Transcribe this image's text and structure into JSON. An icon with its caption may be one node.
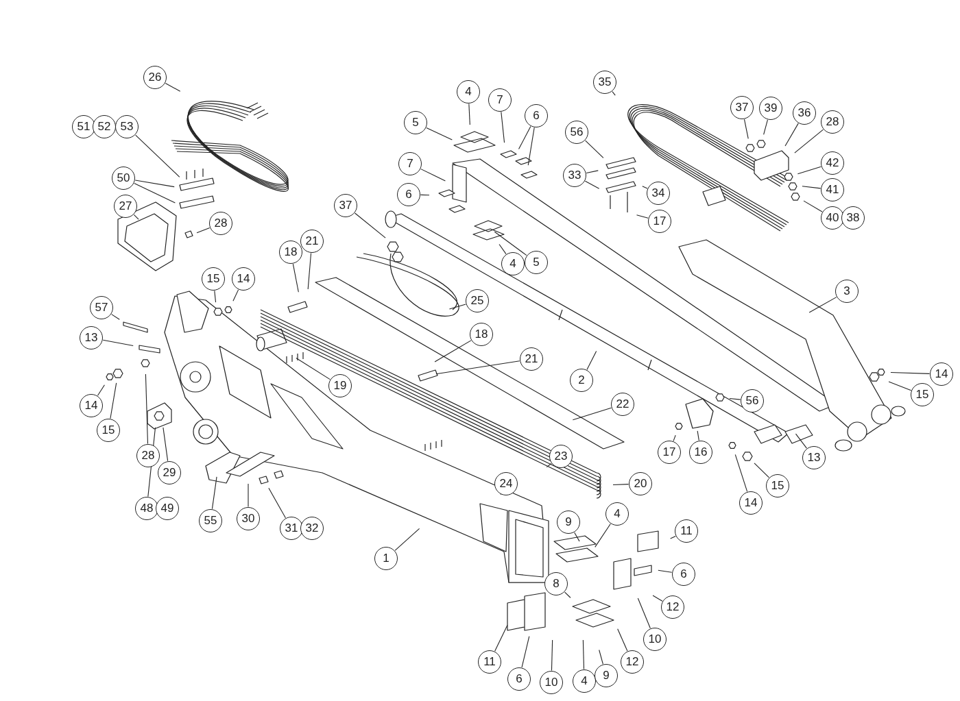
{
  "diagram": {
    "nodes": [
      {
        "text": [
          "26"
        ]
      },
      {
        "text": [
          "51"
        ]
      },
      {
        "text": [
          "52"
        ]
      },
      {
        "text": [
          "53"
        ]
      },
      {
        "text": [
          "50"
        ]
      },
      {
        "text": [
          "27"
        ]
      },
      {
        "text": [
          "28"
        ]
      },
      {
        "text": [
          "15"
        ]
      },
      {
        "text": [
          "14"
        ]
      },
      {
        "text": [
          "57"
        ]
      },
      {
        "text": [
          "13"
        ]
      },
      {
        "text": [
          "14"
        ]
      },
      {
        "text": [
          "15"
        ]
      },
      {
        "text": [
          "28"
        ]
      },
      {
        "text": [
          "29"
        ]
      },
      {
        "text": [
          "48"
        ]
      },
      {
        "text": [
          "49"
        ]
      },
      {
        "text": [
          "55"
        ]
      },
      {
        "text": [
          "30"
        ]
      },
      {
        "text": [
          "31"
        ]
      },
      {
        "text": [
          "32"
        ]
      },
      {
        "text": [
          "1"
        ]
      },
      {
        "text": [
          "37"
        ]
      },
      {
        "text": [
          "18"
        ]
      },
      {
        "text": [
          "21"
        ]
      },
      {
        "text": [
          "25"
        ]
      },
      {
        "text": [
          "19"
        ]
      },
      {
        "text": [
          "18"
        ]
      },
      {
        "text": [
          "21"
        ]
      },
      {
        "text": [
          "22"
        ]
      },
      {
        "text": [
          "24"
        ]
      },
      {
        "text": [
          "23"
        ]
      },
      {
        "text": [
          "20"
        ]
      },
      {
        "text": [
          "4"
        ]
      },
      {
        "text": [
          "5"
        ]
      },
      {
        "text": [
          "7"
        ]
      },
      {
        "text": [
          "6"
        ]
      },
      {
        "text": [
          "7"
        ]
      },
      {
        "text": [
          "6"
        ]
      },
      {
        "text": [
          "4"
        ]
      },
      {
        "text": [
          "5"
        ]
      },
      {
        "text": [
          "2"
        ]
      },
      {
        "text": [
          "3"
        ]
      },
      {
        "text": [
          "35"
        ]
      },
      {
        "text": [
          "56"
        ]
      },
      {
        "text": [
          "33"
        ]
      },
      {
        "text": [
          "34"
        ]
      },
      {
        "text": [
          "17"
        ]
      },
      {
        "text": [
          "37"
        ]
      },
      {
        "text": [
          "39"
        ]
      },
      {
        "text": [
          "36"
        ]
      },
      {
        "text": [
          "28"
        ]
      },
      {
        "text": [
          "42"
        ]
      },
      {
        "text": [
          "41"
        ]
      },
      {
        "text": [
          "40"
        ]
      },
      {
        "text": [
          "38"
        ]
      },
      {
        "text": [
          "14"
        ]
      },
      {
        "text": [
          "15"
        ]
      },
      {
        "text": [
          "56"
        ]
      },
      {
        "text": [
          "17"
        ]
      },
      {
        "text": [
          "16"
        ]
      },
      {
        "text": [
          "13"
        ]
      },
      {
        "text": [
          "14"
        ]
      },
      {
        "text": [
          "15"
        ]
      },
      {
        "text": [
          "9"
        ]
      },
      {
        "text": [
          "4"
        ]
      },
      {
        "text": [
          "11"
        ]
      },
      {
        "text": [
          "6"
        ]
      },
      {
        "text": [
          "12"
        ]
      },
      {
        "text": [
          "10"
        ]
      },
      {
        "text": [
          "8"
        ]
      },
      {
        "text": [
          "11"
        ]
      },
      {
        "text": [
          "6"
        ]
      },
      {
        "text": [
          "10"
        ]
      },
      {
        "text": [
          "4"
        ]
      },
      {
        "text": [
          "9"
        ]
      },
      {
        "text": [
          "12"
        ]
      }
    ],
    "edges": [
      {
        "from": 0,
        "to": null,
        "arrow": "none"
      },
      {
        "from": 3,
        "to": null,
        "arrow": "none"
      },
      {
        "from": 4,
        "to": null,
        "arrow": "none"
      },
      {
        "from": 4,
        "to": null,
        "arrow": "none"
      },
      {
        "from": 5,
        "to": null,
        "arrow": "none"
      },
      {
        "from": 6,
        "to": null,
        "arrow": "none"
      },
      {
        "from": 7,
        "to": null,
        "arrow": "none"
      },
      {
        "from": 8,
        "to": null,
        "arrow": "none"
      },
      {
        "from": 9,
        "to": null,
        "arrow": "none"
      },
      {
        "from": 10,
        "to": null,
        "arrow": "none"
      },
      {
        "from": 11,
        "to": null,
        "arrow": "none"
      },
      {
        "from": 12,
        "to": null,
        "arrow": "none"
      },
      {
        "from": 13,
        "to": null,
        "arrow": "none"
      },
      {
        "from": 14,
        "to": null,
        "arrow": "none"
      },
      {
        "from": 15,
        "to": null,
        "arrow": "none"
      },
      {
        "from": 17,
        "to": null,
        "arrow": "none"
      },
      {
        "from": 18,
        "to": null,
        "arrow": "none"
      },
      {
        "from": 19,
        "to": null,
        "arrow": "none"
      },
      {
        "from": 21,
        "to": null,
        "arrow": "none"
      },
      {
        "from": 22,
        "to": null,
        "arrow": "none"
      },
      {
        "from": 23,
        "to": null,
        "arrow": "none"
      },
      {
        "from": 24,
        "to": null,
        "arrow": "none"
      },
      {
        "from": 25,
        "to": null,
        "arrow": "none"
      },
      {
        "from": 26,
        "to": null,
        "arrow": "none"
      },
      {
        "from": 27,
        "to": null,
        "arrow": "none"
      },
      {
        "from": 28,
        "to": null,
        "arrow": "none"
      },
      {
        "from": 29,
        "to": null,
        "arrow": "none"
      },
      {
        "from": 30,
        "to": null,
        "arrow": "none"
      },
      {
        "from": 31,
        "to": null,
        "arrow": "none"
      },
      {
        "from": 32,
        "to": null,
        "arrow": "none"
      },
      {
        "from": 33,
        "to": null,
        "arrow": "none"
      },
      {
        "from": 34,
        "to": null,
        "arrow": "none"
      },
      {
        "from": 35,
        "to": null,
        "arrow": "none"
      },
      {
        "from": 36,
        "to": null,
        "arrow": "none"
      },
      {
        "from": 36,
        "to": null,
        "arrow": "none"
      },
      {
        "from": 37,
        "to": null,
        "arrow": "none"
      },
      {
        "from": 38,
        "to": null,
        "arrow": "none"
      },
      {
        "from": 39,
        "to": null,
        "arrow": "none"
      },
      {
        "from": 40,
        "to": null,
        "arrow": "none"
      },
      {
        "from": 41,
        "to": null,
        "arrow": "none"
      },
      {
        "from": 42,
        "to": null,
        "arrow": "none"
      },
      {
        "from": 43,
        "to": null,
        "arrow": "none"
      },
      {
        "from": 44,
        "to": null,
        "arrow": "none"
      },
      {
        "from": 45,
        "to": null,
        "arrow": "none"
      },
      {
        "from": 45,
        "to": null,
        "arrow": "none"
      },
      {
        "from": 46,
        "to": null,
        "arrow": "none"
      },
      {
        "from": 47,
        "to": null,
        "arrow": "none"
      },
      {
        "from": 48,
        "to": null,
        "arrow": "none"
      },
      {
        "from": 49,
        "to": null,
        "arrow": "none"
      },
      {
        "from": 50,
        "to": null,
        "arrow": "none"
      },
      {
        "from": 51,
        "to": null,
        "arrow": "none"
      },
      {
        "from": 52,
        "to": null,
        "arrow": "none"
      },
      {
        "from": 53,
        "to": null,
        "arrow": "none"
      },
      {
        "from": 54,
        "to": null,
        "arrow": "none"
      },
      {
        "from": 56,
        "to": null,
        "arrow": "none"
      },
      {
        "from": 57,
        "to": null,
        "arrow": "none"
      },
      {
        "from": 58,
        "to": null,
        "arrow": "none"
      },
      {
        "from": 59,
        "to": null,
        "arrow": "none"
      },
      {
        "from": 60,
        "to": null,
        "arrow": "none"
      },
      {
        "from": 61,
        "to": null,
        "arrow": "none"
      },
      {
        "from": 62,
        "to": null,
        "arrow": "none"
      },
      {
        "from": 63,
        "to": null,
        "arrow": "none"
      },
      {
        "from": 64,
        "to": null,
        "arrow": "none"
      },
      {
        "from": 65,
        "to": null,
        "arrow": "none"
      },
      {
        "from": 66,
        "to": null,
        "arrow": "none"
      },
      {
        "from": 67,
        "to": null,
        "arrow": "none"
      },
      {
        "from": 68,
        "to": null,
        "arrow": "none"
      },
      {
        "from": 69,
        "to": null,
        "arrow": "none"
      },
      {
        "from": 70,
        "to": null,
        "arrow": "none"
      },
      {
        "from": 71,
        "to": null,
        "arrow": "none"
      },
      {
        "from": 72,
        "to": null,
        "arrow": "none"
      },
      {
        "from": 73,
        "to": null,
        "arrow": "none"
      },
      {
        "from": 74,
        "to": null,
        "arrow": "none"
      },
      {
        "from": 75,
        "to": null,
        "arrow": "none"
      },
      {
        "from": 76,
        "to": null,
        "arrow": "none"
      }
    ]
  }
}
